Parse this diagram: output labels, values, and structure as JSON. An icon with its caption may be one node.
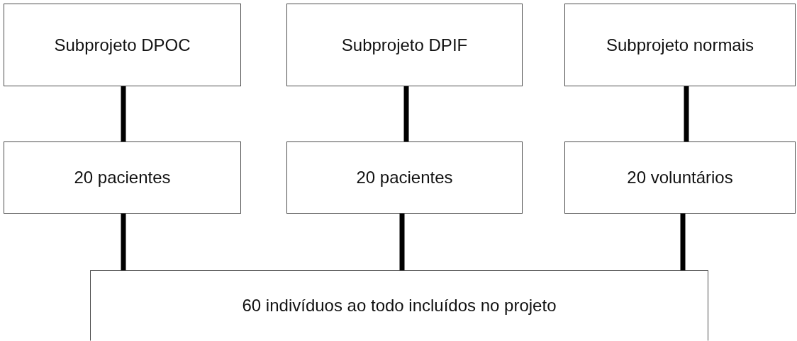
{
  "diagram": {
    "nodes": [
      {
        "text": [
          "Subprojeto DPOC"
        ]
      },
      {
        "text": [
          "Subprojeto DPIF"
        ]
      },
      {
        "text": [
          "Subprojeto normais"
        ]
      },
      {
        "text": [
          "20 pacientes"
        ]
      },
      {
        "text": [
          "20 pacientes"
        ]
      },
      {
        "text": [
          "20 voluntários"
        ]
      },
      {
        "text": [
          "60 indivíduos ao todo incluídos no projeto"
        ]
      }
    ],
    "edges": [
      {
        "from": 0,
        "to": 3,
        "arrow": "none"
      },
      {
        "from": 1,
        "to": 4,
        "arrow": "none"
      },
      {
        "from": 2,
        "to": 5,
        "arrow": "none"
      },
      {
        "from": 3,
        "to": 6,
        "arrow": "none"
      },
      {
        "from": 4,
        "to": 6,
        "arrow": "none"
      },
      {
        "from": 5,
        "to": 6,
        "arrow": "none"
      }
    ]
  }
}
